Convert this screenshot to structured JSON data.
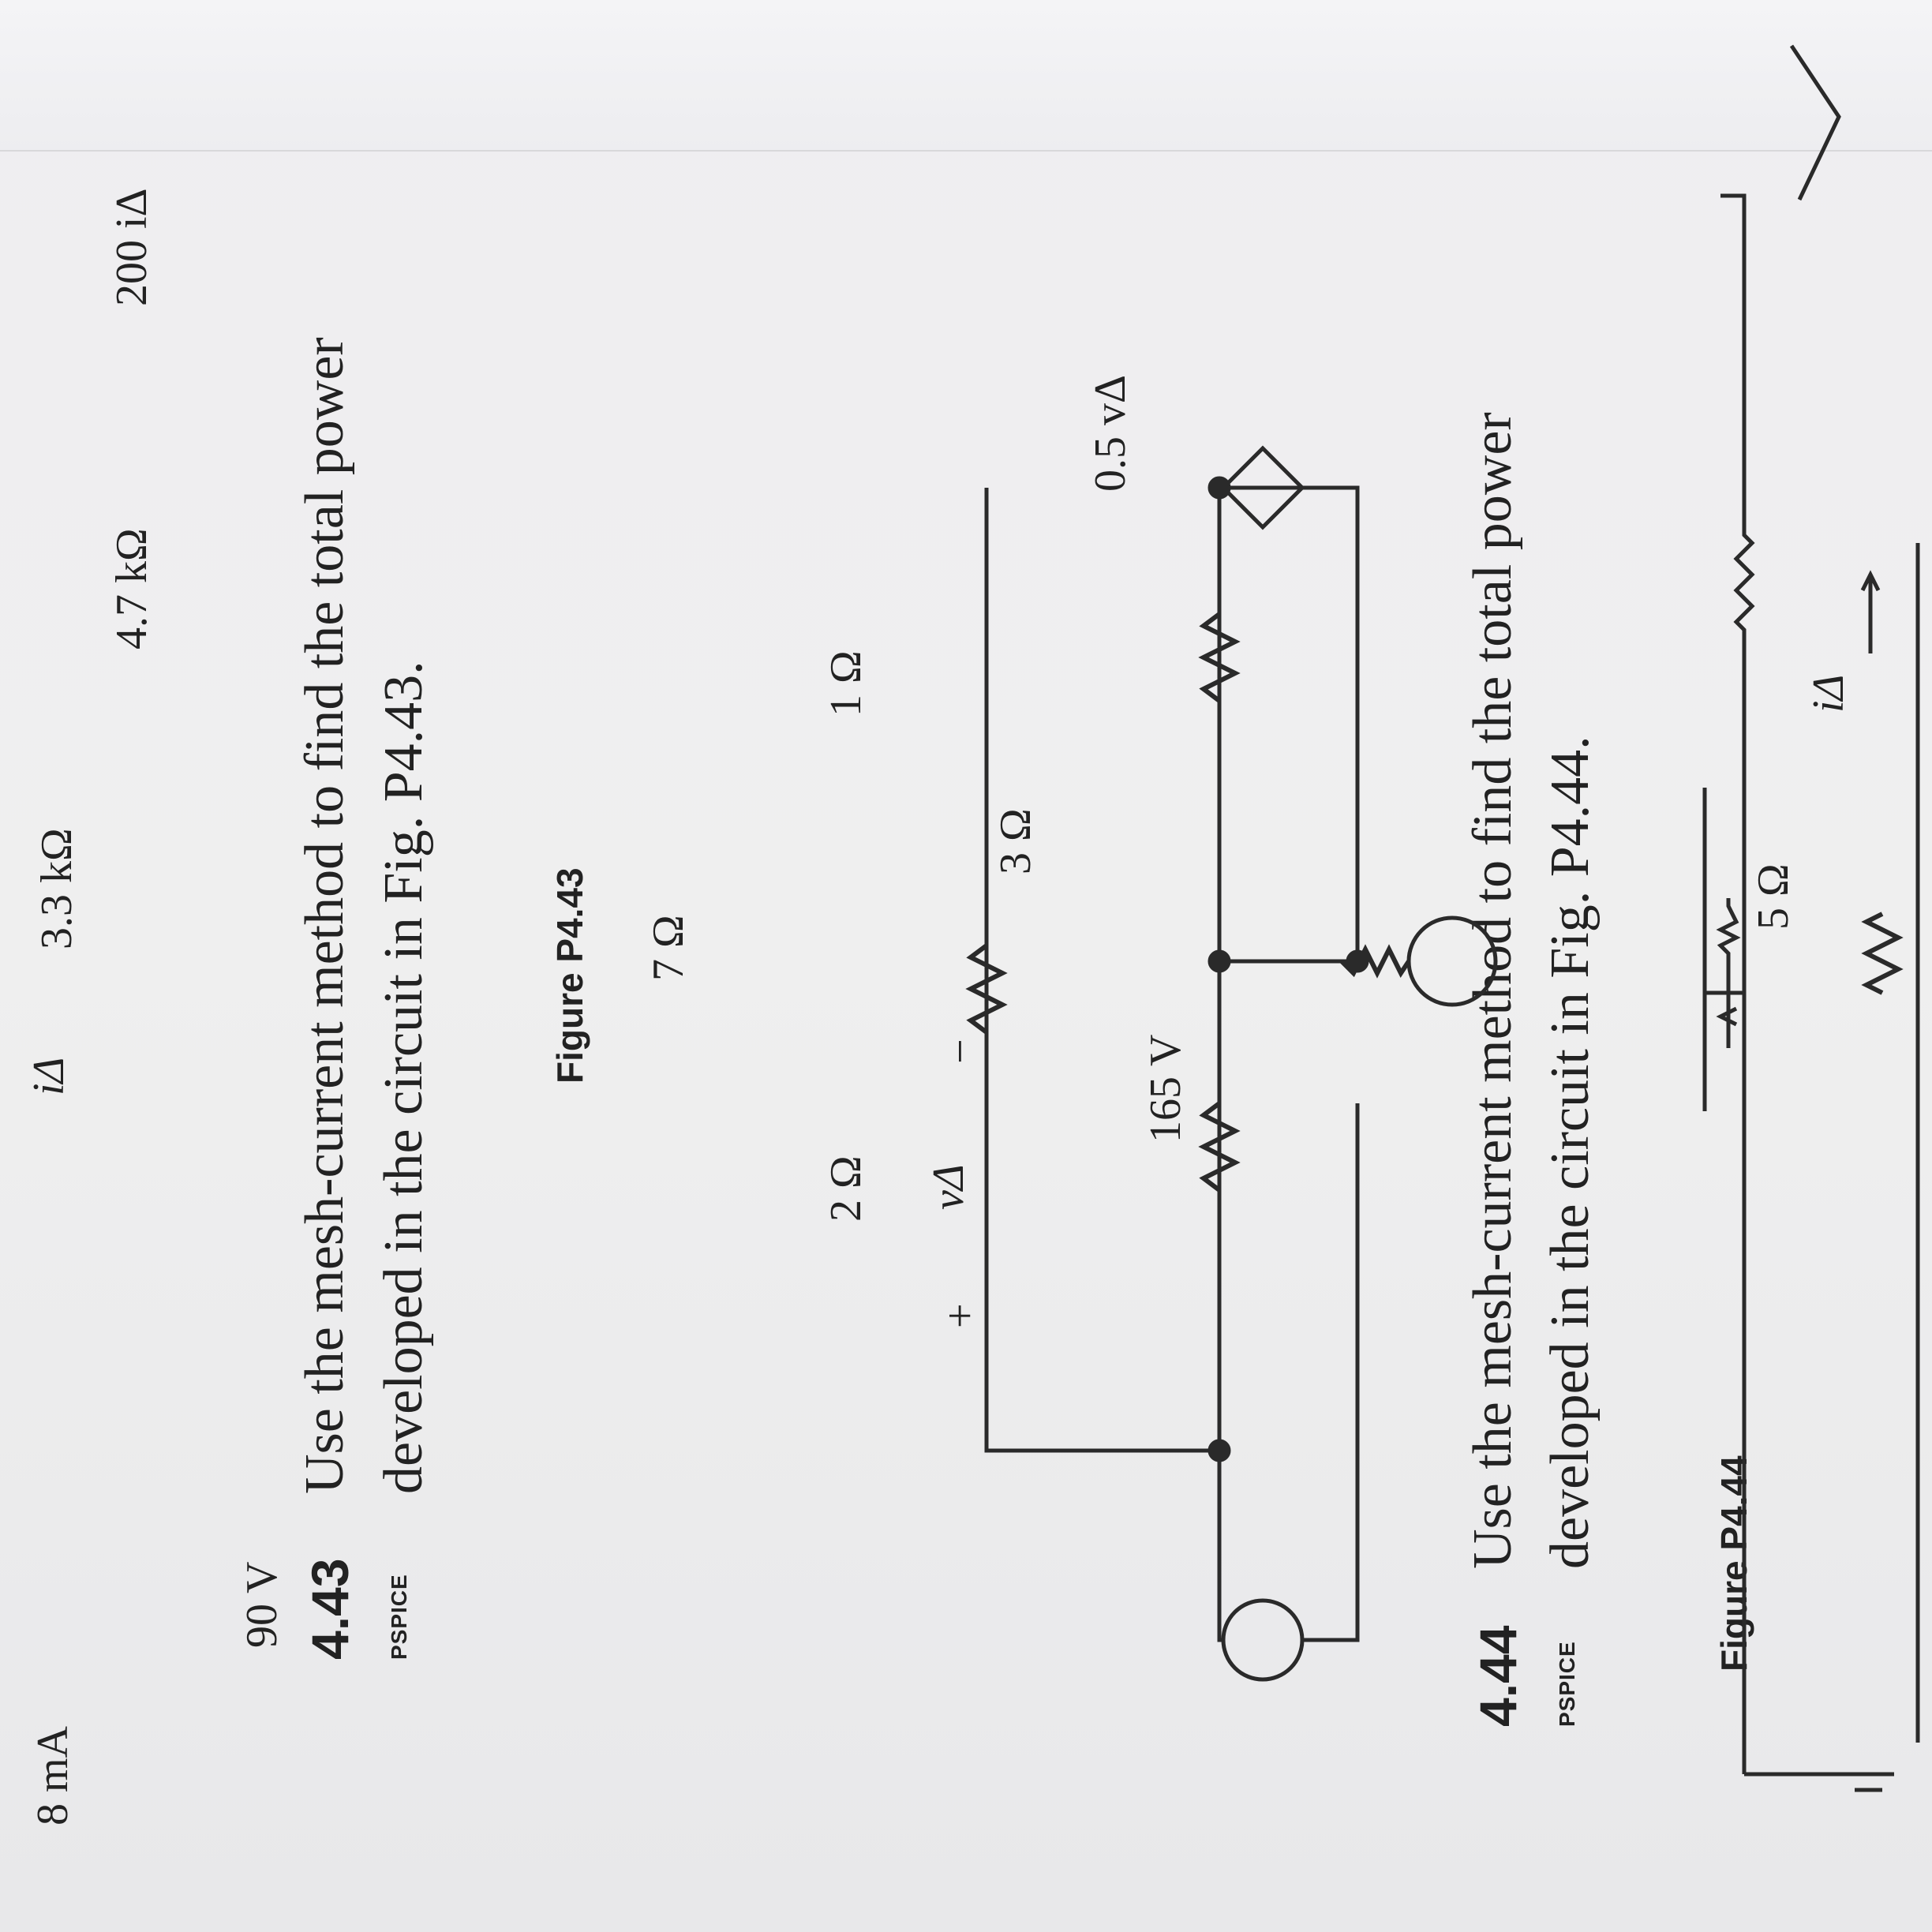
{
  "top_fragment": {
    "source_label": "8 mA",
    "i_delta_label": "iΔ",
    "r1_label": "3.3 kΩ",
    "r2_label": "4.7 kΩ",
    "dep_source_label": "200 iΔ"
  },
  "problem_443": {
    "number": "4.43",
    "pspice": "PSPICE",
    "line1": "Use the mesh-current method to find the total power",
    "line2": "developed in the circuit in Fig. P4.43.",
    "figure_caption": "Figure P4.43",
    "circuit": {
      "v1_label": "90 V",
      "v2_label": "165 V",
      "r_2_label": "2 Ω",
      "r_7_label": "7 Ω",
      "r_3_label": "3 Ω",
      "r_1_label": "1 Ω",
      "v_delta_label": "vΔ",
      "plus": "+",
      "minus": "−",
      "dep_label": "0.5 vΔ"
    }
  },
  "problem_444": {
    "number": "4.44",
    "pspice": "PSPICE",
    "line1": "Use the mesh-current method to find the total power",
    "line2": "developed in the circuit in Fig. P4.44.",
    "figure_caption": "Figure P4.44",
    "circuit": {
      "r_5_label": "5 Ω",
      "i_delta_label": "iΔ"
    }
  }
}
